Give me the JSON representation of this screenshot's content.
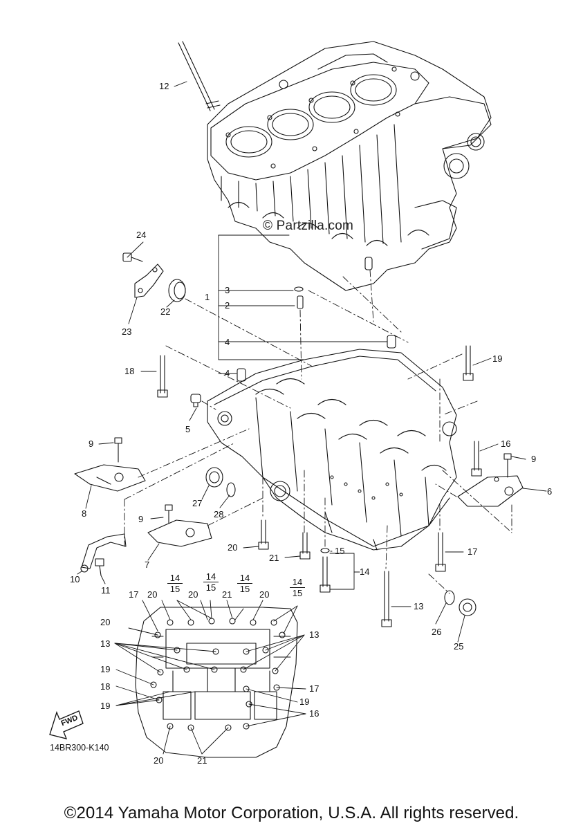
{
  "watermark": "© Partzilla.com",
  "diagram_code": "14BR300-K140",
  "fwd_label": "FWD",
  "copyright": "©2014 Yamaha Motor Corporation, U.S.A. All rights reserved.",
  "fwd_icon": "forward-arrow-icon",
  "callouts": {
    "c12": "12",
    "c24": "24",
    "c23": "23",
    "c22": "22",
    "c1": "1",
    "c3": "3",
    "c2": "2",
    "c4a": "4",
    "c4b": "4",
    "c18": "18",
    "c19a": "19",
    "c5": "5",
    "c9a": "9",
    "c8": "8",
    "c27": "27",
    "c28": "28",
    "c9b": "9",
    "c7": "7",
    "c10": "10",
    "c11": "11",
    "c16a": "16",
    "c9c": "9",
    "c6": "6",
    "c20a": "20",
    "c21a": "21",
    "c15a": "15",
    "c14a": "14",
    "c17a": "17",
    "c13a": "13",
    "c26": "26",
    "c25": "25"
  },
  "bottom_view": {
    "top_row": {
      "c17": "17",
      "c20a": "20",
      "c20b": "20",
      "c21": "21",
      "c20c": "20"
    },
    "fractions": [
      {
        "num": "14",
        "den": "15"
      },
      {
        "num": "14",
        "den": "15"
      },
      {
        "num": "14",
        "den": "15"
      },
      {
        "num": "14",
        "den": "15"
      }
    ],
    "left": {
      "c20": "20",
      "c13": "13",
      "c19a": "19",
      "c18": "18",
      "c19b": "19"
    },
    "right": {
      "c13": "13",
      "c17": "17",
      "c19": "19",
      "c16": "16"
    },
    "bottom": {
      "c20": "20",
      "c21": "21"
    }
  }
}
